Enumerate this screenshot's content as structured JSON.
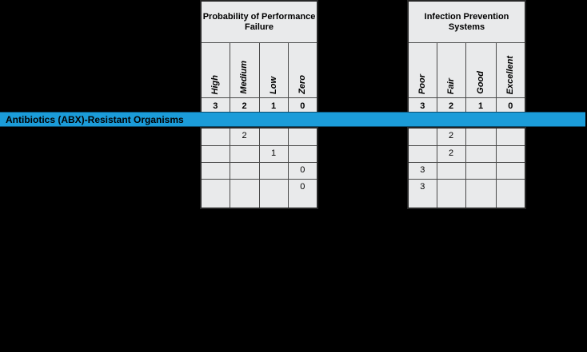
{
  "background": "#000000",
  "banner": {
    "label": "Antibiotics (ABX)-Resistant Organisms",
    "background_color": "#1B9CD9"
  },
  "colors": {
    "cell_background": "#E9EAEB",
    "grid_line": "#4A4A4A",
    "banner_blue": "#1B9CD9",
    "text": "#000000"
  },
  "chart_data": [
    {
      "type": "table",
      "title": "Probability of Performance Failure",
      "column_headers": [
        "High",
        "Medium",
        "Low",
        "Zero"
      ],
      "column_scores": [
        "3",
        "2",
        "1",
        "0"
      ],
      "rows": [
        [
          "",
          "2",
          "",
          ""
        ],
        [
          "",
          "",
          "1",
          ""
        ],
        [
          "",
          "",
          "",
          "0"
        ],
        [
          "",
          "",
          "",
          "0"
        ]
      ]
    },
    {
      "type": "table",
      "title": "Infection Prevention Systems",
      "column_headers": [
        "Poor",
        "Fair",
        "Good",
        "Excellent"
      ],
      "column_scores": [
        "3",
        "2",
        "1",
        "0"
      ],
      "rows": [
        [
          "",
          "2",
          "",
          ""
        ],
        [
          "",
          "2",
          "",
          ""
        ],
        [
          "3",
          "",
          "",
          ""
        ],
        [
          "3",
          "",
          "",
          ""
        ]
      ]
    }
  ]
}
